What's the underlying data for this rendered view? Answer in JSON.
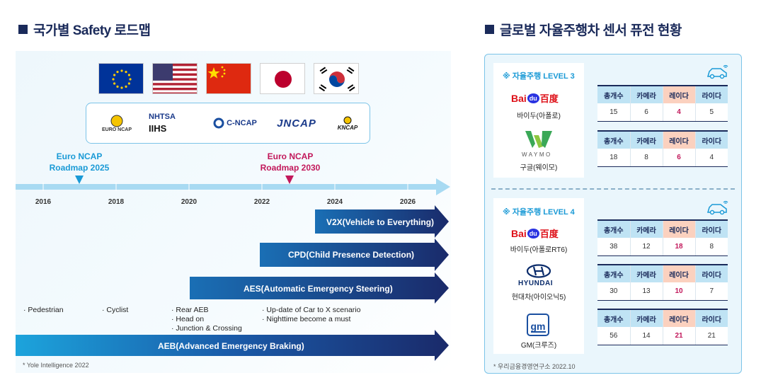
{
  "left": {
    "title": "국가별 Safety 로드맵",
    "flags": [
      "eu-flag",
      "us-flag",
      "cn-flag",
      "jp-flag",
      "kr-flag"
    ],
    "orgs": [
      "EURO NCAP",
      "NHTSA",
      "IIHS",
      "C-NCAP",
      "JNCAP",
      "KNCAP"
    ],
    "roadmaps": [
      {
        "line1": "Euro NCAP",
        "line2": "Roadmap 2025",
        "color": "#1a9ad6"
      },
      {
        "line1": "Euro NCAP",
        "line2": "Roadmap 2030",
        "color": "#c2185b"
      }
    ],
    "years": [
      "2016",
      "2018",
      "2020",
      "2022",
      "2024",
      "2026"
    ],
    "bars": [
      "V2X(Vehicle to Everything)",
      "CPD(Child Presence Detection)",
      "AES(Automatic Emergency Steering)",
      "AEB(Advanced Emergency Braking)"
    ],
    "notes": [
      [
        "· Pedestrian"
      ],
      [
        "· Cyclist"
      ],
      [
        "· Rear AEB",
        "· Head on",
        "· Junction & Crossing"
      ],
      [
        "· Up-date of Car to X scenario",
        "· Nighttime become a must"
      ]
    ],
    "source": "* Yole Intelligence 2022"
  },
  "right": {
    "title": "글로벌 자율주행차 센서 퓨전 현황",
    "source": "* 우리금융경영연구소 2022.10",
    "headers": [
      "총개수",
      "카메라",
      "레이다",
      "라이다"
    ],
    "levels": [
      {
        "label": "※ 자율주행 LEVEL 3",
        "companies": [
          {
            "logo": "Baidu",
            "name": "바이두(아폴로)"
          },
          {
            "logo": "WAYMO",
            "name": "구글(웨이모)"
          }
        ]
      },
      {
        "label": "※ 자율주행 LEVEL 4",
        "companies": [
          {
            "logo": "Baidu",
            "name": "바이두(아폴로RT6)"
          },
          {
            "logo": "HYUNDAI",
            "name": "현대차(아이오닉5)"
          },
          {
            "logo": "gm",
            "name": "GM(크루즈)"
          }
        ]
      }
    ],
    "logo_text": {
      "baidu_cn": "百度",
      "baidu_du": "du",
      "baidu_bai": "Bai",
      "waymo": "WAYMO",
      "hyundai": "HYUNDAI",
      "gm": "gm"
    }
  },
  "chart_data": {
    "type": "table",
    "columns": [
      "총개수",
      "카메라",
      "레이다",
      "라이다"
    ],
    "rows": [
      {
        "level": "LEVEL 3",
        "company": "바이두(아폴로)",
        "values": [
          15,
          6,
          4,
          5
        ]
      },
      {
        "level": "LEVEL 3",
        "company": "구글(웨이모)",
        "values": [
          18,
          8,
          6,
          4
        ]
      },
      {
        "level": "LEVEL 4",
        "company": "바이두(아폴로RT6)",
        "values": [
          38,
          12,
          18,
          8
        ]
      },
      {
        "level": "LEVEL 4",
        "company": "현대차(아이오닉5)",
        "values": [
          30,
          13,
          10,
          7
        ]
      },
      {
        "level": "LEVEL 4",
        "company": "GM(크루즈)",
        "values": [
          56,
          14,
          21,
          21
        ]
      }
    ]
  }
}
